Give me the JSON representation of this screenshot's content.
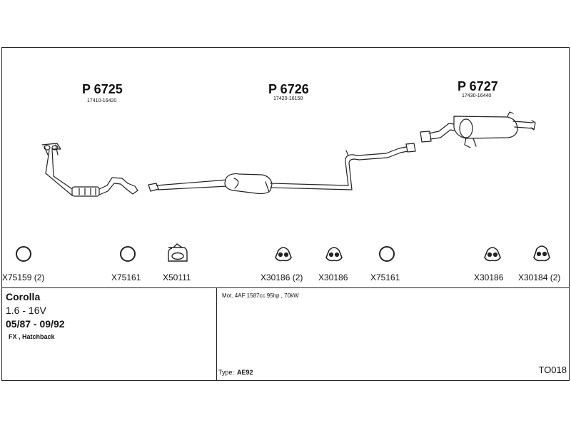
{
  "products": [
    {
      "number": "P 6725",
      "oem": "17410-16420"
    },
    {
      "number": "P 6726",
      "oem": "17420-16150"
    },
    {
      "number": "P 6727",
      "oem": "17430-16440"
    }
  ],
  "parts": [
    {
      "code": "X75159 (2)",
      "icon": "ring-gasket-icon"
    },
    {
      "code": "X75161",
      "icon": "ring-gasket-icon"
    },
    {
      "code": "X50111",
      "icon": "mounting-clamp-icon"
    },
    {
      "code": "X30186 (2)",
      "icon": "rubber-hanger-icon"
    },
    {
      "code": "X30186",
      "icon": "rubber-hanger-icon"
    },
    {
      "code": "X75161",
      "icon": "ring-gasket-icon"
    },
    {
      "code": "X30186",
      "icon": "rubber-hanger-icon"
    },
    {
      "code": "X30184 (2)",
      "icon": "rubber-hanger-icon"
    }
  ],
  "vehicle": {
    "model": "Corolla",
    "engine": "1.6 - 16V",
    "dates": "05/87 - 09/92",
    "body": "FX , Hatchback"
  },
  "details": {
    "engine_note": "Mot. 4AF 1587cc 95hp , 70kW",
    "type_label": "Type:",
    "type_value": "AE92",
    "ref_code": "TO018"
  },
  "colors": {
    "line": "#222222",
    "fill": "#ffffff"
  }
}
